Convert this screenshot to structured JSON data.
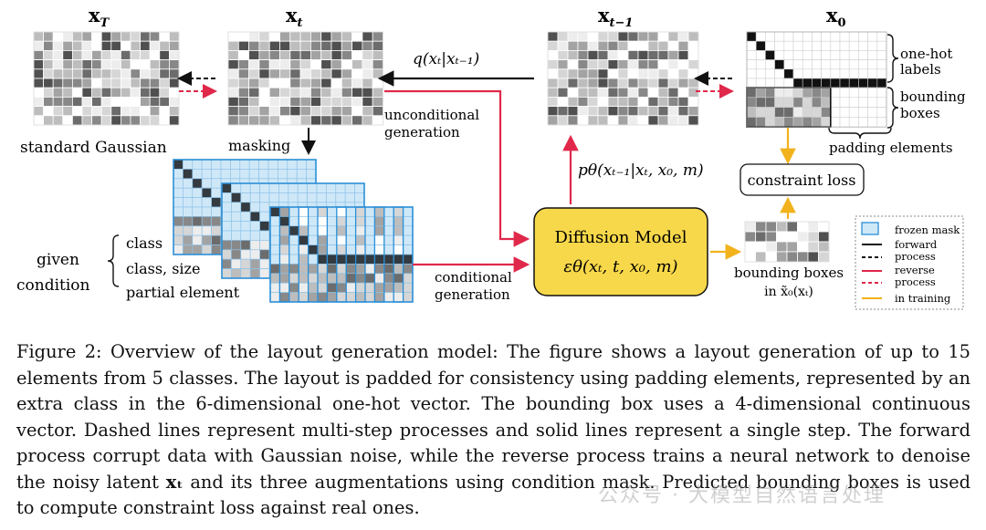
{
  "figure": {
    "labels": {
      "xT": "x",
      "xT_sub": "T",
      "xt": "x",
      "xt_sub": "t",
      "xt1": "x",
      "xt1_sub": "t−1",
      "x0": "x",
      "x0_sub": "0",
      "q_eq": "q(xₜ|xₜ₋₁)",
      "p_eq": "pθ(xₜ₋₁|xₜ, x₀, m)",
      "standard_gaussian": "standard Gaussian",
      "masking": "masking",
      "unconditional_line1": "unconditional",
      "unconditional_line2": "generation",
      "conditional_line1": "conditional",
      "conditional_line2": "generation",
      "one_hot_line1": "one-hot",
      "one_hot_line2": "labels",
      "bbox_line1": "bounding",
      "bbox_line2": "boxes",
      "padding_elements": "padding elements",
      "constraint_loss": "constraint loss",
      "diffusion_title": "Diffusion Model",
      "diffusion_eq": "εθ(xₜ, t, x₀, m)",
      "bbox_pred_line1": "bounding boxes",
      "bbox_pred_line2": "in x̃₀(xₜ)",
      "given": "given",
      "condition": "condition",
      "cond_class": "class",
      "cond_class_size": "class, size",
      "cond_partial": "partial element"
    },
    "legend": {
      "frozen_mask": "frozen mask",
      "forward_line1": "forward",
      "forward_line2": "process",
      "reverse_line1": "reverse",
      "reverse_line2": "process",
      "in_training": "in training"
    },
    "colors": {
      "reverse": "#e0284a",
      "training": "#f2b21c",
      "frozen_mask": "#cfe8f8",
      "frozen_border": "#2a8fd8",
      "diffusion_box": "#f7d84a"
    }
  },
  "caption": {
    "p1": "Figure 2: Overview of the layout generation model: The figure shows a layout generation of up to 15 elements from 5 classes. The layout is padded for consistency using padding elements, represented by an extra class in the 6-dimensional one-hot vector.  The bounding box uses a 4-dimensional continuous vector.  Dashed lines represent multi-step processes and solid lines represent a single step.  The forward process corrupt data with Gaussian noise, while the reverse process trains a neural network to denoise the noisy latent ",
    "xt": "xₜ",
    "p2": " and its three augmentations using condition mask. Predicted bounding boxes is used to compute constraint loss against real ones."
  },
  "watermark": "公众号 · 大模型自然语言处理"
}
